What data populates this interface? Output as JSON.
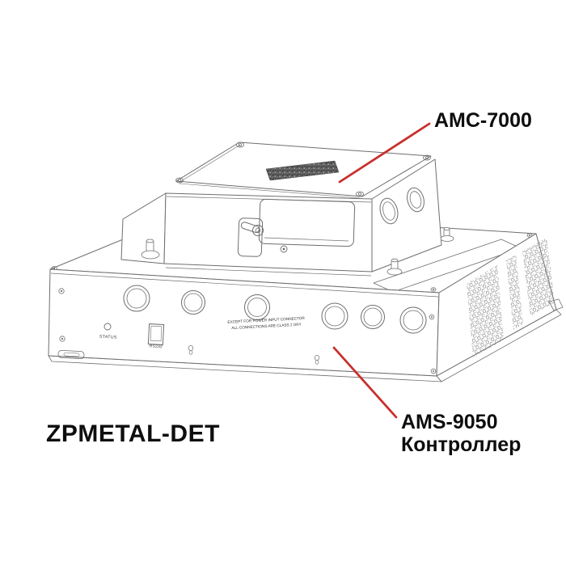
{
  "drawing": {
    "product_code": "ZPMETAL-DET",
    "callout_top": {
      "label": "AMC-7000"
    },
    "callout_bottom": {
      "line1": "AMS-9050",
      "line2": "Контроллер"
    },
    "front_panel": {
      "status_label": "STATUS",
      "port_label": "RS232",
      "warning_line1": "EXCEPT FOR POWER INPUT CONNECTOR",
      "warning_line2": "ALL CONNECTIONS ARE CLASS 2 DRY"
    },
    "colors": {
      "callout_line": "#c8302e",
      "ink": "#6e6e6e",
      "label_text": "#0e0e0e"
    }
  }
}
